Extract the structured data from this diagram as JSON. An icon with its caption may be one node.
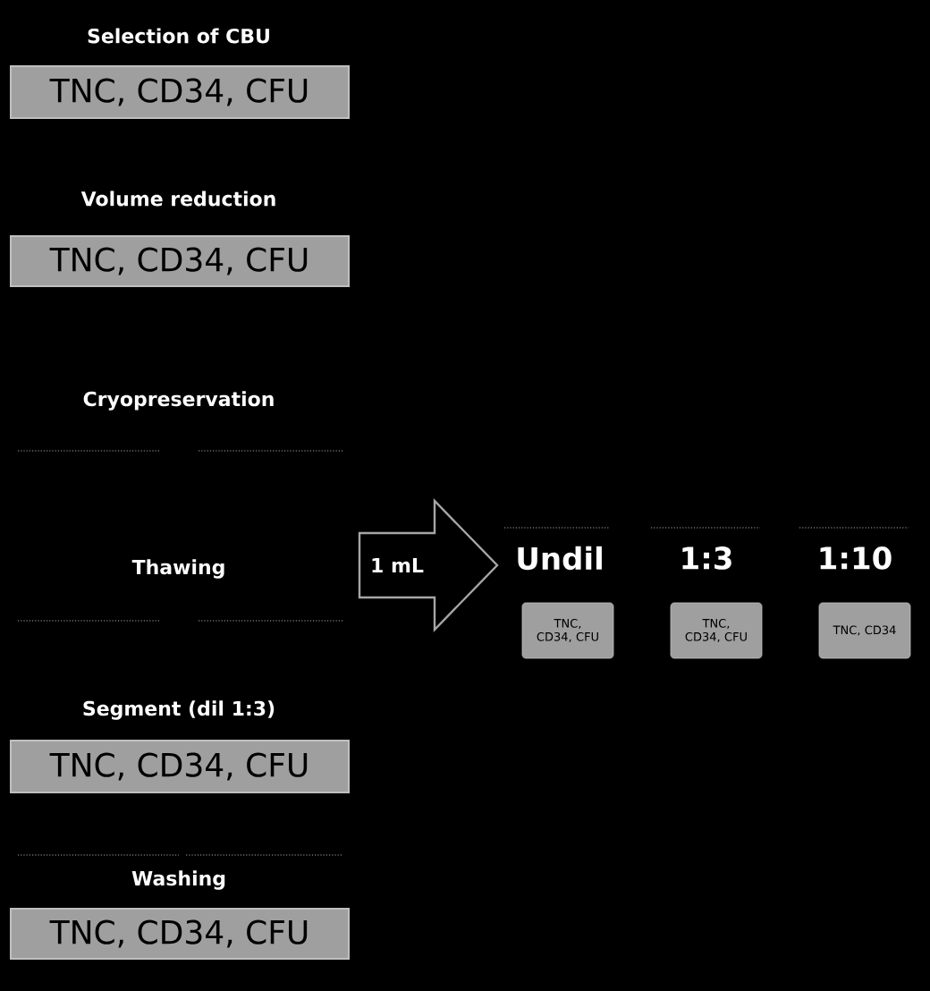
{
  "diagram": {
    "nodes": [
      {
        "text": [
          "Selection of CBU",
          "TNC, CD34, CFU"
        ]
      },
      {
        "text": [
          "Volume reduction",
          "TNC, CD34, CFU"
        ]
      },
      {
        "text": [
          "1 mL"
        ]
      },
      {
        "text": [
          "Undil",
          "TNC, CD34, CFU"
        ]
      },
      {
        "text": [
          "1:3",
          "TNC, CD34, CFU"
        ]
      },
      {
        "text": [
          "1:10",
          "TNC, CD34"
        ]
      },
      {
        "text": [
          "Segment (dil 1:3)",
          "TNC, CD34, CFU"
        ]
      },
      {
        "text": [
          "Washing",
          "TNC, CD34, CFU"
        ]
      }
    ],
    "edges": [],
    "labels": [
      "Cryopreservation",
      "Thawing"
    ]
  }
}
